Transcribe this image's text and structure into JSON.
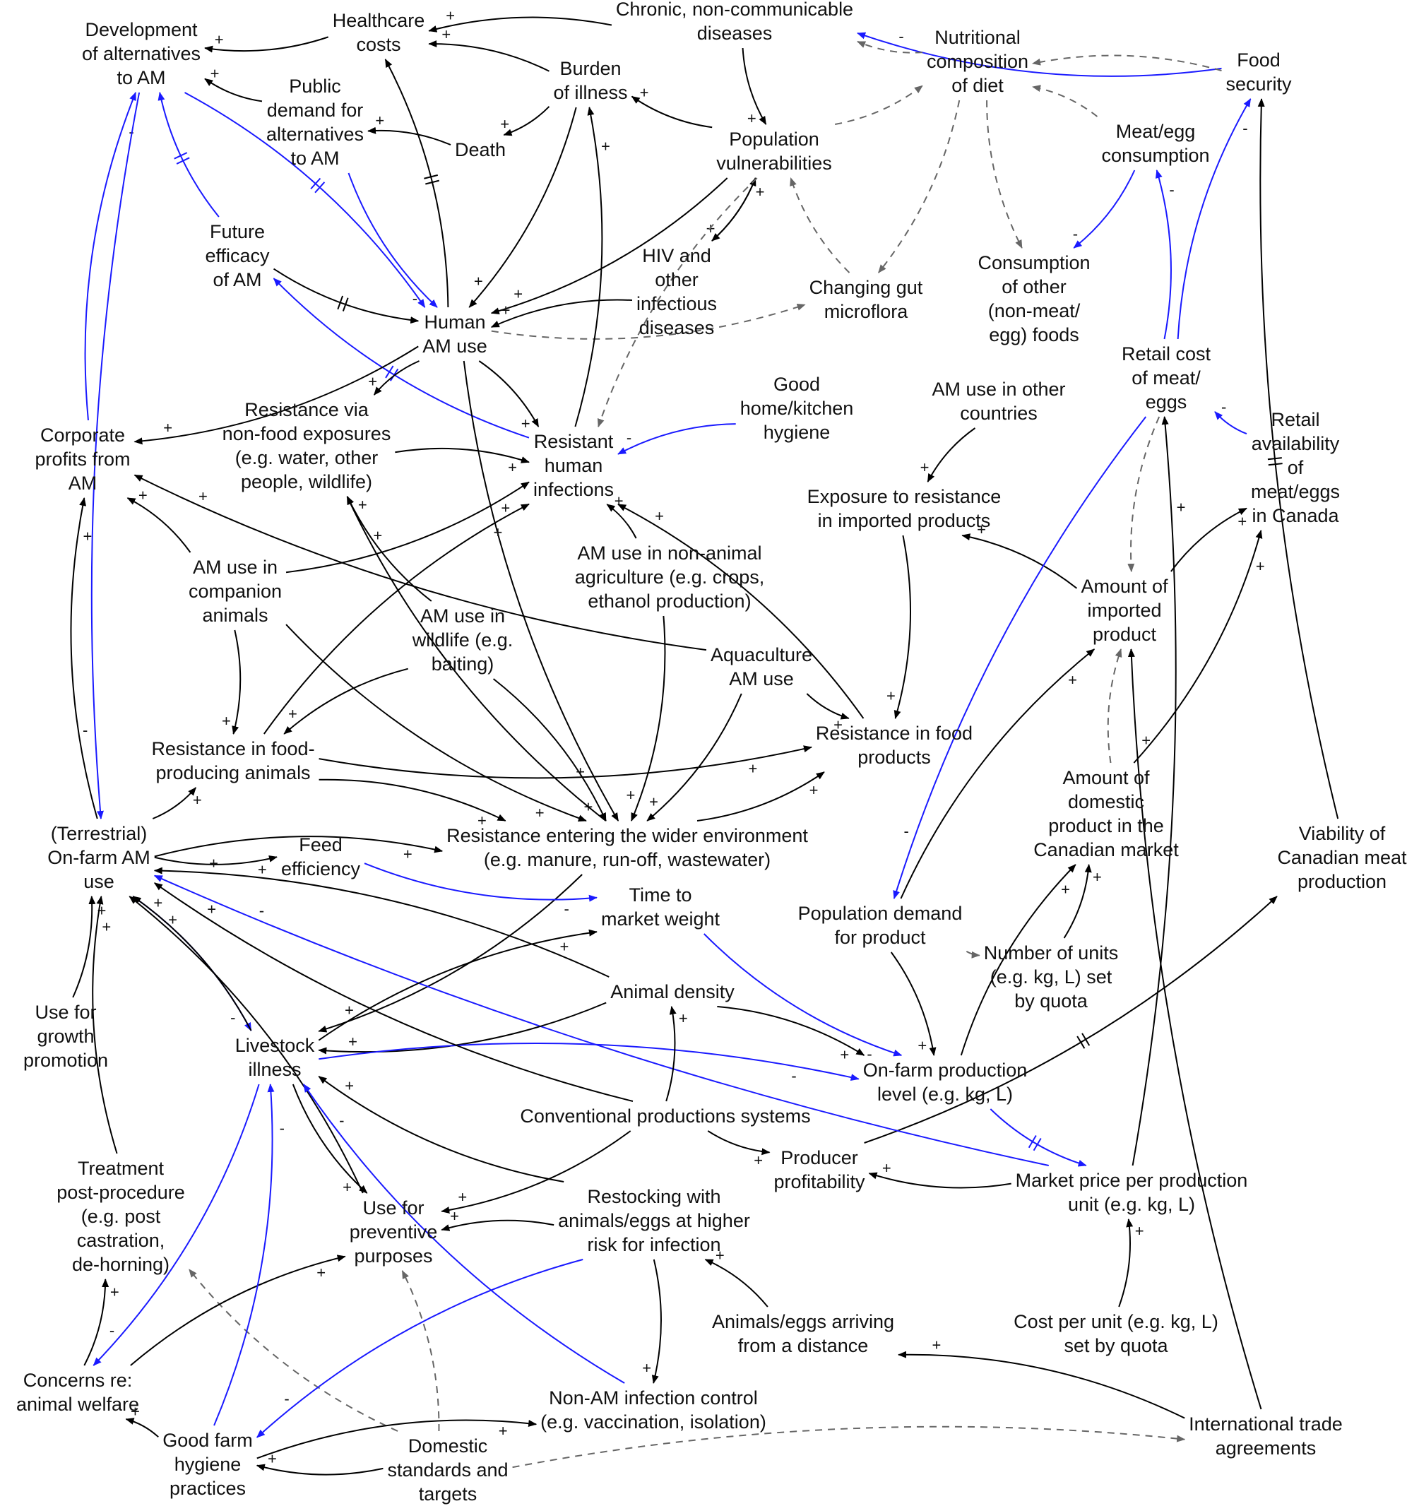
{
  "colors": {
    "positive_link": "#000000",
    "negative_link": "#1a1aff",
    "dashed_link": "#666666"
  },
  "nodes": {
    "dev_alt": "Development\nof alternatives\nto AM",
    "healthcare": "Healthcare\ncosts",
    "chronic": "Chronic, non-communicable\ndiseases",
    "nutrition": "Nutritional\ncomposition\nof diet",
    "food_security": "Food\nsecurity",
    "public_demand": "Public\ndemand for\nalternatives\nto AM",
    "burden": "Burden\nof illness",
    "death": "Death",
    "pop_vuln": "Population\nvulnerabilities",
    "meat_cons": "Meat/egg\nconsumption",
    "future_eff": "Future\nefficacy\nof AM",
    "hiv": "HIV and\nother\ninfectious\ndiseases",
    "gut": "Changing gut\nmicroflora",
    "cons_other": "Consumption\nof other\n(non-meat/\negg) foods",
    "human_am": "Human\nAM use",
    "retail_cost": "Retail cost\nof meat/\neggs",
    "good_home": "Good\nhome/kitchen\nhygiene",
    "am_other_countries": "AM use in other\ncountries",
    "res_nonfood": "Resistance via\nnon-food exposures\n(e.g. water, other\npeople, wildlife)",
    "res_human_inf": "Resistant\nhuman\ninfections",
    "retail_avail": "Retail\navailability\nof\nmeat/eggs\nin Canada",
    "corp_profits": "Corporate\nprofits from\nAM",
    "exposure_imported": "Exposure to resistance\nin imported products",
    "am_nonanimal": "AM use in non-animal\nagriculture (e.g. crops,\nethanol production)",
    "am_companion": "AM use in\ncompanion\nanimals",
    "am_wildlife": "AM use in\nwildlife (e.g.\nbaiting)",
    "amount_imported": "Amount of\nimported\nproduct",
    "aquaculture": "Aquaculture\nAM use",
    "res_food_animals": "Resistance in food-\nproducing animals",
    "res_food_products": "Resistance in food\nproducts",
    "amount_domestic": "Amount of\ndomestic\nproduct in the\nCanadian market",
    "onfarm_am": "(Terrestrial)\nOn-farm AM\nuse",
    "res_env": "Resistance entering the wider environment\n(e.g. manure, run-off, wastewater)",
    "feed_eff": "Feed\nefficiency",
    "viability": "Viability of\nCanadian meat\nproduction",
    "time_market": "Time to\nmarket weight",
    "pop_demand": "Population demand\nfor product",
    "units_quota": "Number of units\n(e.g. kg, L) set\nby quota",
    "growth_promo": "Use for\ngrowth\npromotion",
    "animal_density": "Animal density",
    "livestock_ill": "Livestock\nillness",
    "onfarm_prod": "On-farm production\nlevel (e.g. kg, L)",
    "conventional": "Conventional productions systems",
    "treatment_post": "Treatment\npost-procedure\n(e.g. post\ncastration,\nde-horning)",
    "producer_profit": "Producer\nprofitability",
    "market_price": "Market price per production\nunit (e.g. kg, L)",
    "preventive": "Use for\npreventive\npurposes",
    "restocking": "Restocking with\nanimals/eggs at higher\nrisk for infection",
    "cost_quota": "Cost per unit (e.g. kg, L)\nset by quota",
    "animals_distance": "Animals/eggs arriving\nfrom a distance",
    "animal_welfare": "Concerns re:\nanimal welfare",
    "non_am_control": "Non-AM infection control\n(e.g. vaccination, isolation)",
    "intl_trade": "International trade\nagreements",
    "good_farm": "Good farm\nhygiene\npractices",
    "domestic_std": "Domestic\nstandards and\ntargets"
  },
  "polarity": {
    "positive": "+",
    "negative": "-"
  },
  "edges": [
    {
      "from": "healthcare",
      "to": "dev_alt",
      "style": "solid",
      "polarity": "positive"
    },
    {
      "from": "chronic",
      "to": "healthcare",
      "style": "solid",
      "polarity": "positive"
    },
    {
      "from": "food_security",
      "to": "chronic",
      "style": "blue",
      "polarity": "negative"
    },
    {
      "from": "food_security",
      "to": "nutrition",
      "style": "dashed",
      "polarity": "none"
    },
    {
      "from": "nutrition",
      "to": "chronic",
      "style": "dashed",
      "polarity": "none"
    },
    {
      "from": "meat_cons",
      "to": "nutrition",
      "style": "dashed",
      "polarity": "none"
    },
    {
      "from": "meat_cons",
      "to": "cons_other",
      "style": "blue",
      "polarity": "negative"
    },
    {
      "from": "chronic",
      "to": "pop_vuln",
      "style": "solid",
      "polarity": "positive"
    },
    {
      "from": "pop_vuln",
      "to": "burden",
      "style": "solid",
      "polarity": "positive"
    },
    {
      "from": "burden",
      "to": "healthcare",
      "style": "solid",
      "polarity": "positive"
    },
    {
      "from": "burden",
      "to": "death",
      "style": "solid",
      "polarity": "positive"
    },
    {
      "from": "death",
      "to": "public_demand",
      "style": "solid",
      "polarity": "positive"
    },
    {
      "from": "public_demand",
      "to": "dev_alt",
      "style": "solid",
      "polarity": "positive"
    },
    {
      "from": "pop_vuln",
      "to": "nutrition",
      "style": "dashed",
      "polarity": "none"
    },
    {
      "from": "nutrition",
      "to": "gut",
      "style": "dashed",
      "polarity": "none"
    },
    {
      "from": "nutrition",
      "to": "cons_other",
      "style": "dashed",
      "polarity": "none"
    },
    {
      "from": "pop_vuln",
      "to": "hiv",
      "style": "solid",
      "polarity": "positive"
    },
    {
      "from": "hiv",
      "to": "pop_vuln",
      "style": "solid",
      "polarity": "positive"
    },
    {
      "from": "gut",
      "to": "pop_vuln",
      "style": "dashed",
      "polarity": "none"
    },
    {
      "from": "pop_vuln",
      "to": "res_human_inf",
      "style": "dashed",
      "polarity": "none"
    },
    {
      "from": "pop_vuln",
      "to": "human_am",
      "style": "solid",
      "polarity": "positive"
    },
    {
      "from": "hiv",
      "to": "human_am",
      "style": "solid",
      "polarity": "positive"
    },
    {
      "from": "burden",
      "to": "human_am",
      "style": "solid",
      "polarity": "positive"
    },
    {
      "from": "human_am",
      "to": "healthcare",
      "style": "solid",
      "polarity": "delay"
    },
    {
      "from": "dev_alt",
      "to": "human_am",
      "style": "blue",
      "polarity": "delay"
    },
    {
      "from": "public_demand",
      "to": "human_am",
      "style": "blue",
      "polarity": "negative"
    },
    {
      "from": "future_eff",
      "to": "dev_alt",
      "style": "blue",
      "polarity": "delay"
    },
    {
      "from": "future_eff",
      "to": "human_am",
      "style": "solid",
      "polarity": "delay"
    },
    {
      "from": "res_human_inf",
      "to": "future_eff",
      "style": "blue",
      "polarity": "delay"
    },
    {
      "from": "human_am",
      "to": "gut",
      "style": "dashed",
      "polarity": "none"
    },
    {
      "from": "human_am",
      "to": "corp_profits",
      "style": "solid",
      "polarity": "positive"
    },
    {
      "from": "human_am",
      "to": "res_nonfood",
      "style": "solid",
      "polarity": "positive"
    },
    {
      "from": "human_am",
      "to": "res_human_inf",
      "style": "solid",
      "polarity": "positive"
    },
    {
      "from": "res_human_inf",
      "to": "burden",
      "style": "solid",
      "polarity": "positive"
    },
    {
      "from": "res_nonfood",
      "to": "res_human_inf",
      "style": "solid",
      "polarity": "positive"
    },
    {
      "from": "good_home",
      "to": "res_human_inf",
      "style": "blue",
      "polarity": "negative"
    },
    {
      "from": "corp_profits",
      "to": "dev_alt",
      "style": "blue",
      "polarity": "negative"
    },
    {
      "from": "dev_alt",
      "to": "onfarm_am",
      "style": "blue",
      "polarity": "negative"
    },
    {
      "from": "onfarm_am",
      "to": "corp_profits",
      "style": "solid",
      "polarity": "positive"
    },
    {
      "from": "am_companion",
      "to": "corp_profits",
      "style": "solid",
      "polarity": "positive"
    },
    {
      "from": "aquaculture",
      "to": "corp_profits",
      "style": "solid",
      "polarity": "positive"
    },
    {
      "from": "am_companion",
      "to": "res_human_inf",
      "style": "solid",
      "polarity": "positive"
    },
    {
      "from": "am_companion",
      "to": "res_food_animals",
      "style": "solid",
      "polarity": "positive"
    },
    {
      "from": "am_companion",
      "to": "res_env",
      "style": "solid",
      "polarity": "positive"
    },
    {
      "from": "am_wildlife",
      "to": "res_nonfood",
      "style": "solid",
      "polarity": "positive"
    },
    {
      "from": "am_wildlife",
      "to": "res_food_animals",
      "style": "solid",
      "polarity": "positive"
    },
    {
      "from": "am_wildlife",
      "to": "res_env",
      "style": "solid",
      "polarity": "positive"
    },
    {
      "from": "am_nonanimal",
      "to": "res_human_inf",
      "style": "solid",
      "polarity": "positive"
    },
    {
      "from": "am_nonanimal",
      "to": "res_env",
      "style": "solid",
      "polarity": "positive"
    },
    {
      "from": "human_am",
      "to": "res_env",
      "style": "solid",
      "polarity": "positive"
    },
    {
      "from": "res_env",
      "to": "res_nonfood",
      "style": "solid",
      "polarity": "positive"
    },
    {
      "from": "aquaculture",
      "to": "res_food_products",
      "style": "solid",
      "polarity": "positive"
    },
    {
      "from": "aquaculture",
      "to": "res_env",
      "style": "solid",
      "polarity": "positive"
    },
    {
      "from": "res_food_products",
      "to": "res_human_inf",
      "style": "solid",
      "polarity": "positive"
    },
    {
      "from": "res_food_animals",
      "to": "res_human_inf",
      "style": "solid",
      "polarity": "positive"
    },
    {
      "from": "res_food_animals",
      "to": "res_food_products",
      "style": "solid",
      "polarity": "positive"
    },
    {
      "from": "res_food_animals",
      "to": "res_env",
      "style": "solid",
      "polarity": "positive"
    },
    {
      "from": "res_env",
      "to": "res_food_products",
      "style": "solid",
      "polarity": "positive"
    },
    {
      "from": "res_env",
      "to": "livestock_ill",
      "style": "solid",
      "polarity": "positive"
    },
    {
      "from": "am_other_countries",
      "to": "exposure_imported",
      "style": "solid",
      "polarity": "positive"
    },
    {
      "from": "exposure_imported",
      "to": "res_food_products",
      "style": "solid",
      "polarity": "positive"
    },
    {
      "from": "amount_imported",
      "to": "exposure_imported",
      "style": "solid",
      "polarity": "positive"
    },
    {
      "from": "amount_imported",
      "to": "retail_avail",
      "style": "solid",
      "polarity": "positive"
    },
    {
      "from": "retail_cost",
      "to": "amount_imported",
      "style": "dashed",
      "polarity": "none"
    },
    {
      "from": "retail_avail",
      "to": "retail_cost",
      "style": "blue",
      "polarity": "negative"
    },
    {
      "from": "retail_cost",
      "to": "meat_cons",
      "style": "blue",
      "polarity": "negative"
    },
    {
      "from": "retail_cost",
      "to": "food_security",
      "style": "blue",
      "polarity": "negative"
    },
    {
      "from": "retail_cost",
      "to": "pop_demand",
      "style": "blue",
      "polarity": "negative"
    },
    {
      "from": "amount_domestic",
      "to": "amount_imported",
      "style": "dashed",
      "polarity": "none"
    },
    {
      "from": "amount_domestic",
      "to": "retail_avail",
      "style": "solid",
      "polarity": "positive"
    },
    {
      "from": "pop_demand",
      "to": "amount_imported",
      "style": "solid",
      "polarity": "positive"
    },
    {
      "from": "pop_demand",
      "to": "units_quota",
      "style": "dashed",
      "polarity": "none"
    },
    {
      "from": "pop_demand",
      "to": "onfarm_prod",
      "style": "solid",
      "polarity": "positive"
    },
    {
      "from": "units_quota",
      "to": "amount_domestic",
      "style": "solid",
      "polarity": "positive"
    },
    {
      "from": "onfarm_prod",
      "to": "amount_domestic",
      "style": "solid",
      "polarity": "positive"
    },
    {
      "from": "onfarm_prod",
      "to": "market_price",
      "style": "blue",
      "polarity": "delay"
    },
    {
      "from": "viability",
      "to": "food_security",
      "style": "solid",
      "polarity": "delay"
    },
    {
      "from": "producer_profit",
      "to": "viability",
      "style": "solid",
      "polarity": "delay"
    },
    {
      "from": "market_price",
      "to": "producer_profit",
      "style": "solid",
      "polarity": "positive"
    },
    {
      "from": "market_price",
      "to": "retail_cost",
      "style": "solid",
      "polarity": "positive"
    },
    {
      "from": "market_price",
      "to": "onfarm_am",
      "style": "blue",
      "polarity": "negative"
    },
    {
      "from": "cost_quota",
      "to": "market_price",
      "style": "solid",
      "polarity": "positive"
    },
    {
      "from": "intl_trade",
      "to": "amount_imported",
      "style": "solid",
      "polarity": "positive"
    },
    {
      "from": "intl_trade",
      "to": "animals_distance",
      "style": "solid",
      "polarity": "positive"
    },
    {
      "from": "domestic_std",
      "to": "intl_trade",
      "style": "dashed",
      "polarity": "none"
    },
    {
      "from": "onfarm_am",
      "to": "res_food_animals",
      "style": "solid",
      "polarity": "positive"
    },
    {
      "from": "onfarm_am",
      "to": "res_env",
      "style": "solid",
      "polarity": "positive"
    },
    {
      "from": "onfarm_am",
      "to": "feed_eff",
      "style": "solid",
      "polarity": "positive"
    },
    {
      "from": "onfarm_am",
      "to": "livestock_ill",
      "style": "blue",
      "polarity": "negative"
    },
    {
      "from": "feed_eff",
      "to": "time_market",
      "style": "blue",
      "polarity": "negative"
    },
    {
      "from": "livestock_ill",
      "to": "time_market",
      "style": "solid",
      "polarity": "positive"
    },
    {
      "from": "time_market",
      "to": "onfarm_prod",
      "style": "blue",
      "polarity": "negative"
    },
    {
      "from": "animal_density",
      "to": "livestock_ill",
      "style": "solid",
      "polarity": "positive"
    },
    {
      "from": "animal_density",
      "to": "onfarm_am",
      "style": "solid",
      "polarity": "positive"
    },
    {
      "from": "animal_density",
      "to": "onfarm_prod",
      "style": "solid",
      "polarity": "positive"
    },
    {
      "from": "livestock_ill",
      "to": "onfarm_am",
      "style": "solid",
      "polarity": "positive"
    },
    {
      "from": "livestock_ill",
      "to": "onfarm_prod",
      "style": "blue",
      "polarity": "negative"
    },
    {
      "from": "livestock_ill",
      "to": "preventive",
      "style": "solid",
      "polarity": "positive"
    },
    {
      "from": "livestock_ill",
      "to": "animal_welfare",
      "style": "blue",
      "polarity": "negative"
    },
    {
      "from": "conventional",
      "to": "animal_density",
      "style": "solid",
      "polarity": "positive"
    },
    {
      "from": "conventional",
      "to": "onfarm_am",
      "style": "solid",
      "polarity": "positive"
    },
    {
      "from": "conventional",
      "to": "producer_profit",
      "style": "solid",
      "polarity": "positive"
    },
    {
      "from": "conventional",
      "to": "preventive",
      "style": "solid",
      "polarity": "positive"
    },
    {
      "from": "growth_promo",
      "to": "onfarm_am",
      "style": "solid",
      "polarity": "positive"
    },
    {
      "from": "treatment_post",
      "to": "onfarm_am",
      "style": "solid",
      "polarity": "positive"
    },
    {
      "from": "preventive",
      "to": "onfarm_am",
      "style": "solid",
      "polarity": "positive"
    },
    {
      "from": "restocking",
      "to": "livestock_ill",
      "style": "solid",
      "polarity": "positive"
    },
    {
      "from": "restocking",
      "to": "preventive",
      "style": "solid",
      "polarity": "positive"
    },
    {
      "from": "restocking",
      "to": "non_am_control",
      "style": "solid",
      "polarity": "positive"
    },
    {
      "from": "animals_distance",
      "to": "restocking",
      "style": "solid",
      "polarity": "positive"
    },
    {
      "from": "domestic_std",
      "to": "treatment_post",
      "style": "dashed",
      "polarity": "none"
    },
    {
      "from": "domestic_std",
      "to": "preventive",
      "style": "dashed",
      "polarity": "none"
    },
    {
      "from": "domestic_std",
      "to": "good_farm",
      "style": "solid",
      "polarity": "positive"
    },
    {
      "from": "animal_welfare",
      "to": "treatment_post",
      "style": "solid",
      "polarity": "positive"
    },
    {
      "from": "animal_welfare",
      "to": "preventive",
      "style": "solid",
      "polarity": "positive"
    },
    {
      "from": "good_farm",
      "to": "animal_welfare",
      "style": "solid",
      "polarity": "positive"
    },
    {
      "from": "good_farm",
      "to": "non_am_control",
      "style": "solid",
      "polarity": "positive"
    },
    {
      "from": "good_farm",
      "to": "livestock_ill",
      "style": "blue",
      "polarity": "negative"
    },
    {
      "from": "non_am_control",
      "to": "livestock_ill",
      "style": "blue",
      "polarity": "negative"
    },
    {
      "from": "restocking",
      "to": "good_farm",
      "style": "blue",
      "polarity": "negative"
    }
  ]
}
